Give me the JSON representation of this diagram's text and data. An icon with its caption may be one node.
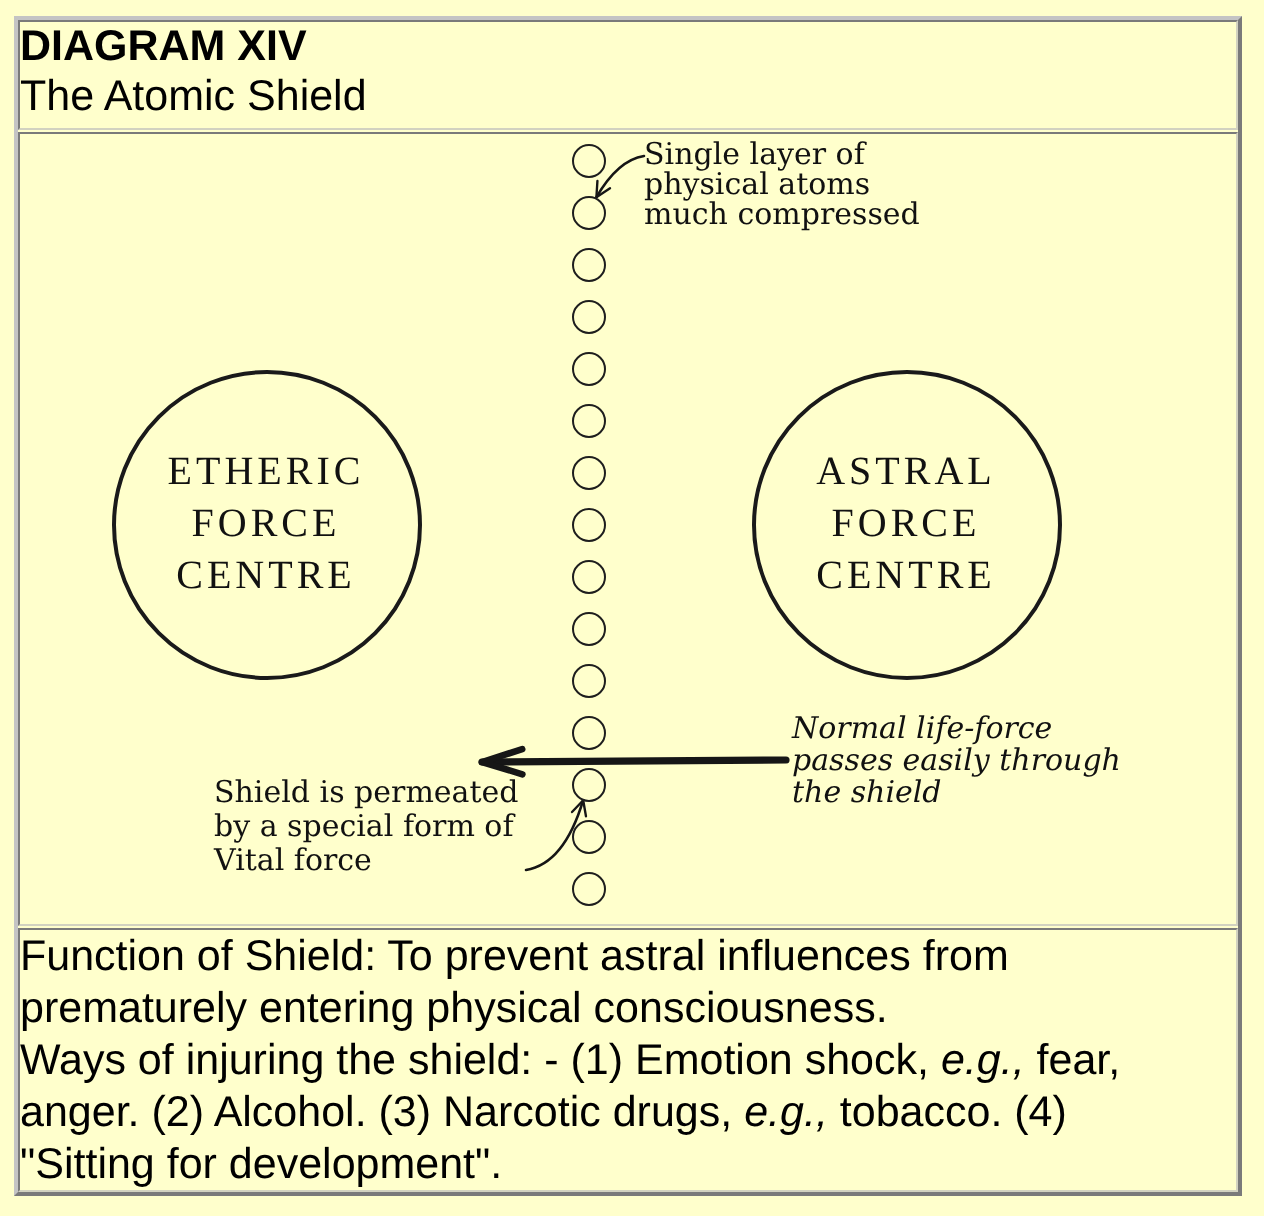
{
  "diagram": {
    "title": "DIAGRAM XIV",
    "nodes": [
      {
        "text": [
          "Single layer of physical atoms much compressed"
        ]
      },
      {
        "text": [],
        "shape": "circle"
      },
      {
        "text": [],
        "shape": "circle"
      },
      {
        "text": [],
        "shape": "circle"
      },
      {
        "text": [],
        "shape": "circle"
      },
      {
        "text": [],
        "shape": "circle"
      },
      {
        "text": [],
        "shape": "circle"
      },
      {
        "text": [],
        "shape": "circle"
      },
      {
        "text": [],
        "shape": "circle"
      },
      {
        "text": [],
        "shape": "circle"
      },
      {
        "text": [],
        "shape": "circle"
      },
      {
        "text": [],
        "shape": "circle"
      },
      {
        "text": [],
        "shape": "circle"
      },
      {
        "text": [],
        "shape": "circle"
      },
      {
        "text": [],
        "shape": "circle"
      },
      {
        "text": [],
        "shape": "circle"
      },
      {
        "text": [
          "ETHERIC FORCE CENTRE"
        ]
      },
      {
        "text": [
          "ASTRAL FORCE CENTRE"
        ]
      },
      {
        "text": [
          "Normal life-force passes easily through the shield"
        ]
      },
      {
        "text": [
          "Shield is permeated by a special form of Vital force"
        ]
      }
    ],
    "edges": [
      {
        "from": 0,
        "to": 2,
        "arrow": "to"
      },
      {
        "from": 18,
        "to": 19,
        "arrow": "to",
        "style": "thick"
      },
      {
        "from": 19,
        "to": 13,
        "arrow": "to"
      }
    ],
    "labels": [
      "The Atomic Shield",
      "Function of Shield: To prevent astral influences from prematurely entering physical consciousness.",
      "Ways of injuring the shield: - (1) Emotion shock, *e.g.,* fear, anger. (2) Alcohol. (3) Narcotic drugs, *e.g.,* tobacco. (4) \"Sitting for development\"."
    ]
  }
}
